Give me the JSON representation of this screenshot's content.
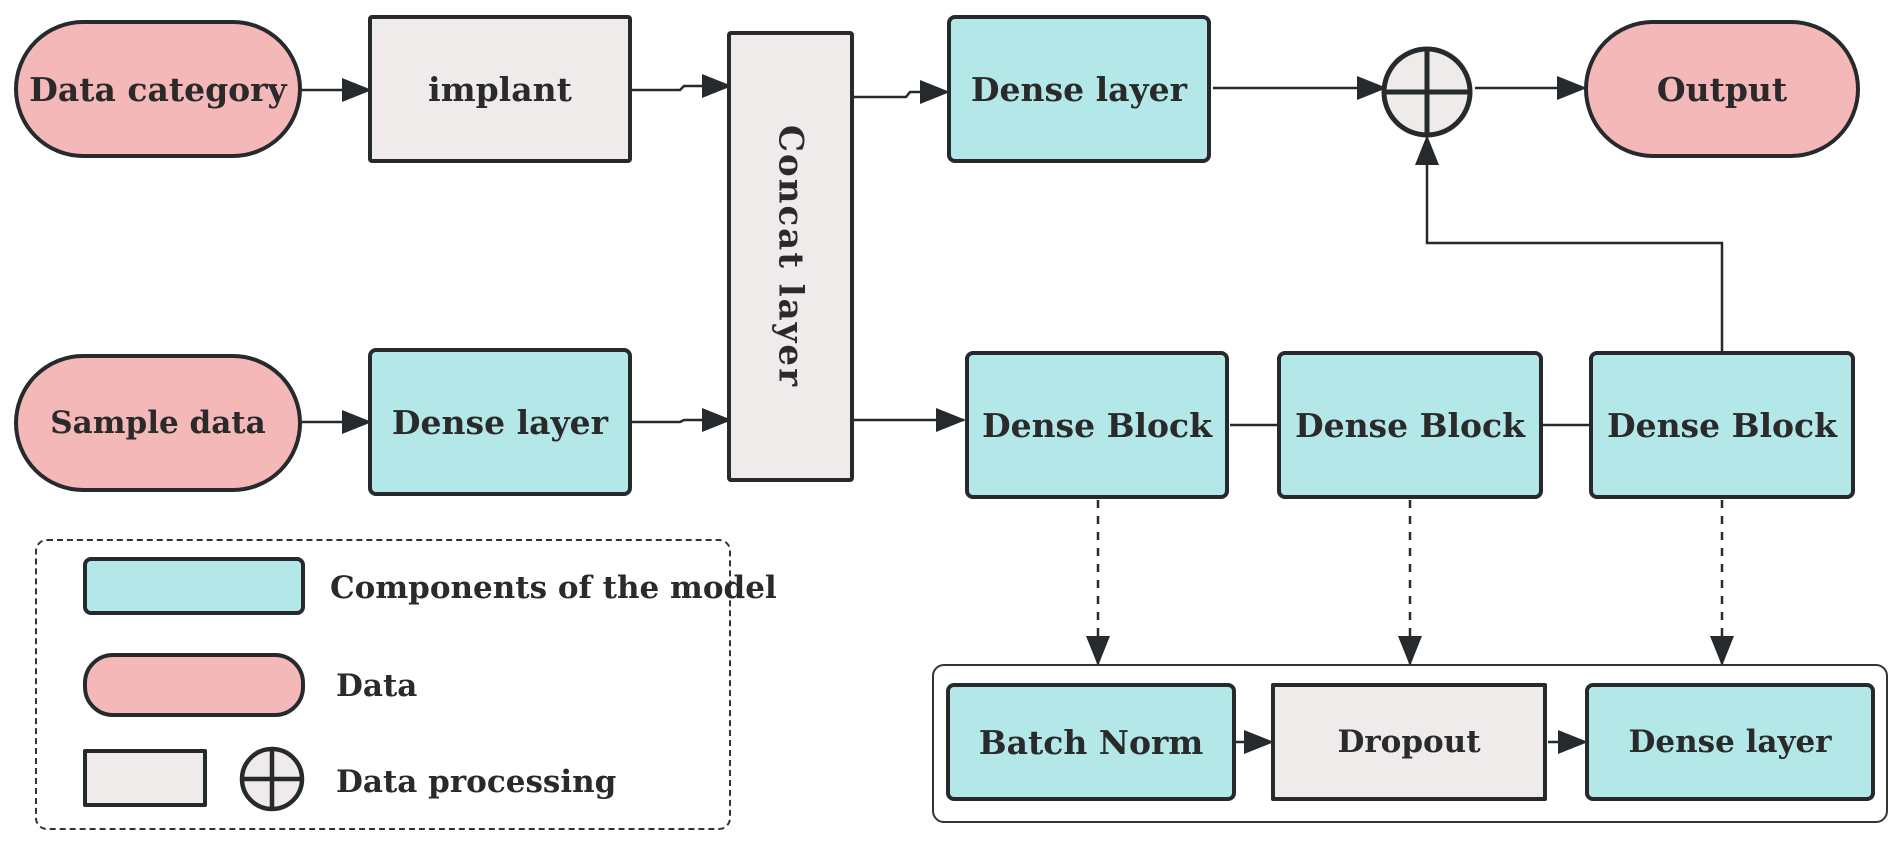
{
  "nodes": {
    "data_category": "Data category",
    "implant": "implant",
    "concat_layer": "Concat  layer",
    "dense_layer_top": "Dense layer",
    "output": "Output",
    "sample_data": "Sample data",
    "dense_layer_left": "Dense layer",
    "dense_block_1": "Dense Block",
    "dense_block_2": "Dense Block",
    "dense_block_3": "Dense Block",
    "batch_norm": "Batch Norm",
    "dropout": "Dropout",
    "dense_layer_bottom": "Dense layer"
  },
  "legend": {
    "components": "Components of the model",
    "data": "Data",
    "processing": "Data processing"
  },
  "colors": {
    "data": "#f4b8b8",
    "model": "#b4e8e8",
    "processing": "#efebeb",
    "stroke": "#262a2d"
  }
}
